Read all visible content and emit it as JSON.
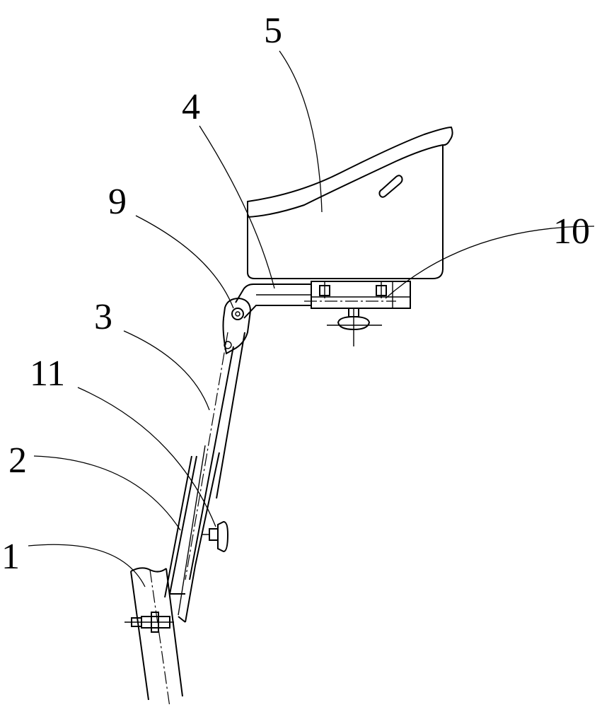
{
  "labels": {
    "l1": "1",
    "l2": "2",
    "l3": "3",
    "l4": "4",
    "l5": "5",
    "l9": "9",
    "l10": "10",
    "l11": "11"
  }
}
